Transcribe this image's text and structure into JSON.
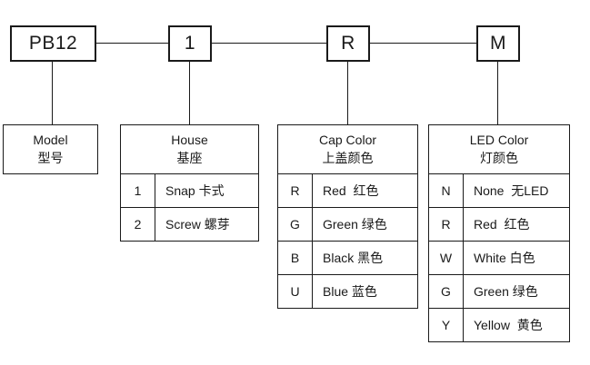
{
  "diagram": {
    "kind": "ordering-code-diagram",
    "code_boxes": [
      {
        "label": "PB12"
      },
      {
        "label": "1"
      },
      {
        "label": "R"
      },
      {
        "label": "M"
      }
    ],
    "columns": [
      {
        "title_en": "Model",
        "title_zh": "型号",
        "rows": []
      },
      {
        "title_en": "House",
        "title_zh": "基座",
        "rows": [
          {
            "code": "1",
            "desc": "Snap 卡式"
          },
          {
            "code": "2",
            "desc": "Screw 螺芽"
          }
        ]
      },
      {
        "title_en": "Cap Color",
        "title_zh": "上盖颜色",
        "rows": [
          {
            "code": "R",
            "desc": "Red  红色"
          },
          {
            "code": "G",
            "desc": "Green 绿色"
          },
          {
            "code": "B",
            "desc": "Black 黑色"
          },
          {
            "code": "U",
            "desc": "Blue 蓝色"
          }
        ]
      },
      {
        "title_en": "LED Color",
        "title_zh": "灯颜色",
        "rows": [
          {
            "code": "N",
            "desc": "None  无LED"
          },
          {
            "code": "R",
            "desc": "Red  红色"
          },
          {
            "code": "W",
            "desc": "White 白色"
          },
          {
            "code": "G",
            "desc": "Green 绿色"
          },
          {
            "code": "Y",
            "desc": "Yellow  黄色"
          }
        ]
      }
    ],
    "colors": {
      "line": "#1a1a1a",
      "text": "#1a1a1a",
      "background": "#ffffff"
    }
  }
}
